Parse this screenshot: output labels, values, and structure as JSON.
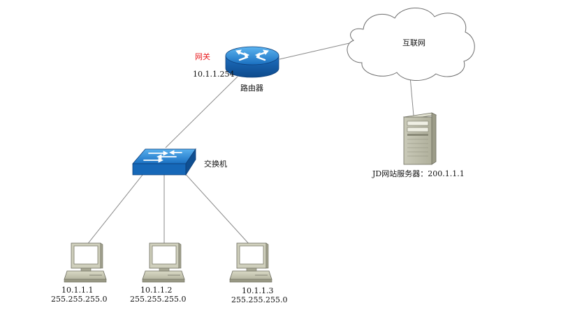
{
  "diagram": {
    "router": {
      "name": "路由器",
      "role": "网关",
      "ip": "10.1.1.254",
      "icon": "router-icon"
    },
    "switch": {
      "name": "交换机",
      "icon": "switch-icon"
    },
    "internet": {
      "name": "互联网",
      "icon": "cloud-icon"
    },
    "server": {
      "label": "JD网站服务器：200.1.1.1",
      "icon": "server-tower-icon"
    },
    "hosts": [
      {
        "ip": "10.1.1.1",
        "mask": "255.255.255.0",
        "icon": "desktop-computer-icon"
      },
      {
        "ip": "10.1.1.2",
        "mask": "255.255.255.0",
        "icon": "desktop-computer-icon"
      },
      {
        "ip": "10.1.1.3",
        "mask": "255.255.255.0",
        "icon": "desktop-computer-icon"
      }
    ],
    "colors": {
      "device_blue": "#1a73c8",
      "gateway_red": "#e8191c",
      "link_gray": "#8a8a8a",
      "cloud_outline": "#6d6d6d"
    }
  }
}
